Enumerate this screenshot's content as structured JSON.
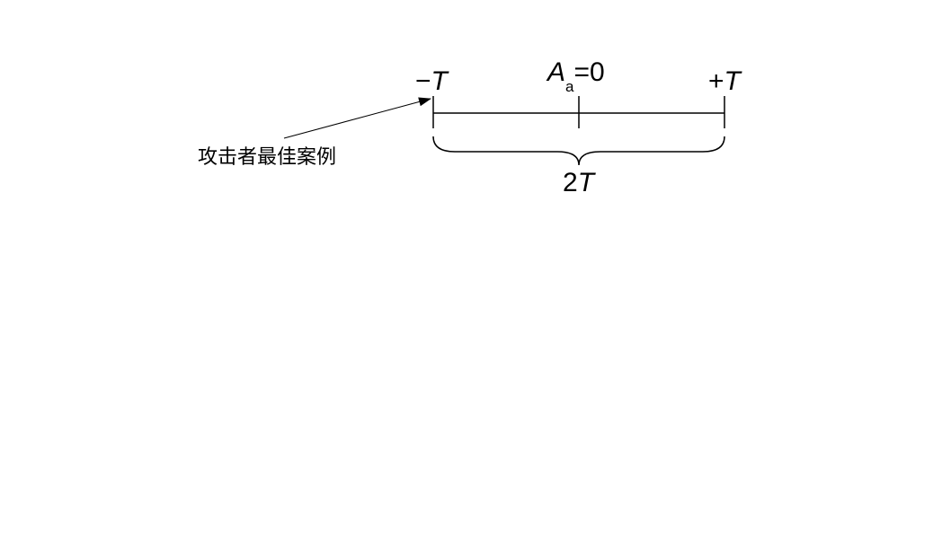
{
  "diagram": {
    "labels": {
      "left_sign": "−",
      "left_var": "T",
      "center_var": "A",
      "center_subscript": "a",
      "center_equals": "=0",
      "right_sign": "+",
      "right_var": "T",
      "span_coef": "2",
      "span_var": "T",
      "annotation": "攻击者最佳案例"
    },
    "colors": {
      "stroke": "#000000",
      "text": "#000000",
      "background": "#ffffff"
    }
  }
}
